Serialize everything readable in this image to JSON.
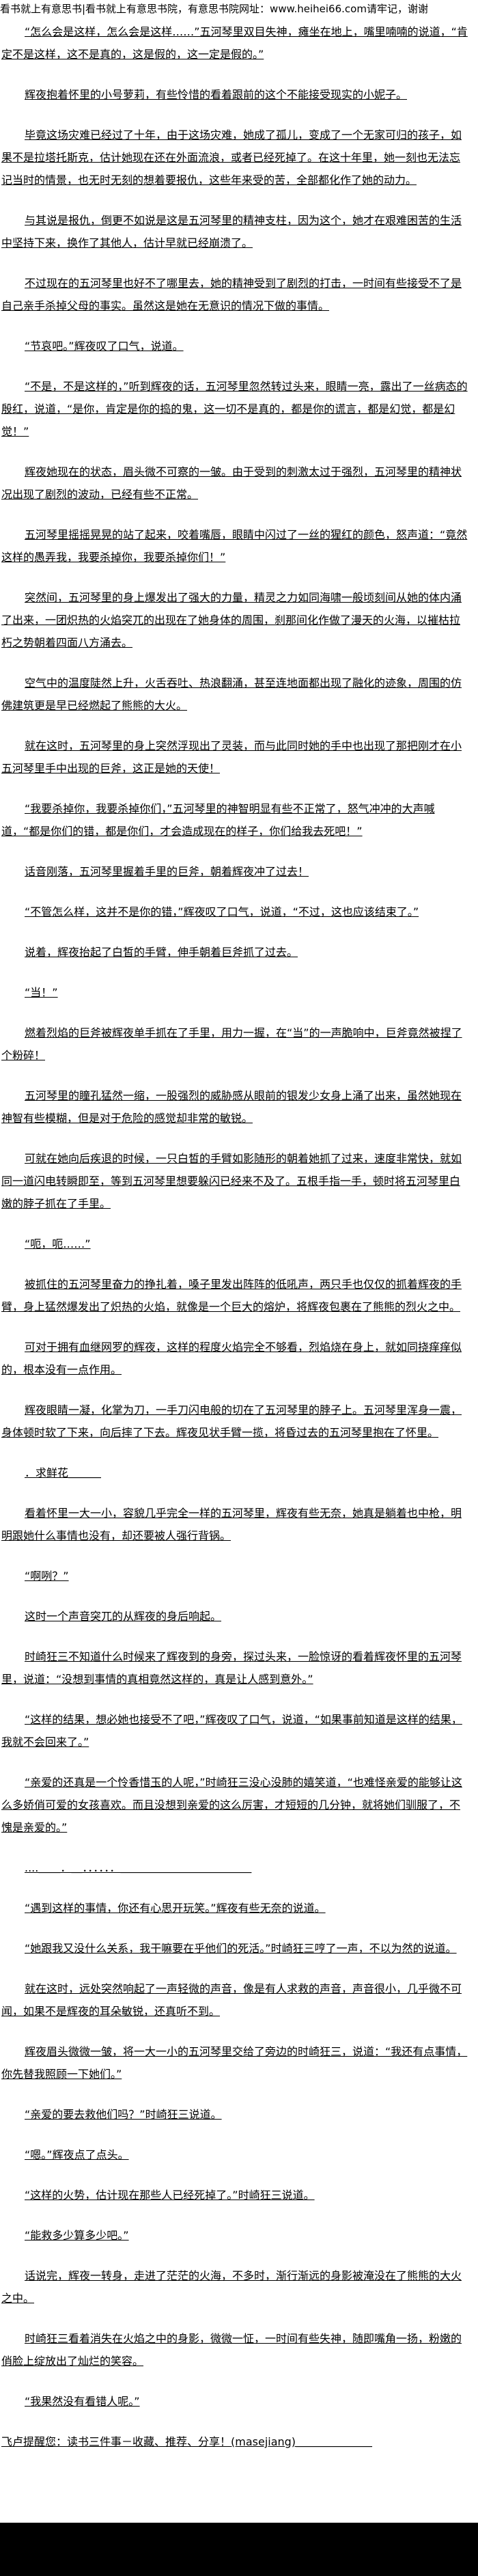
{
  "header": {
    "site_notice": "看书就上有意思书|看书就上有意思书院，有意思书院网址：www.heihei66.com请牢记，谢谢"
  },
  "paragraphs": [
    "“怎么会是这样，怎么会是这样……”五河琴里双目失神，瘫坐在地上，嘴里喃喃的说道，“肯定不是这样，这不是真的，这是假的，这一定是假的。”",
    "辉夜抱着怀里的小号萝莉，有些怜惜的看着跟前的这个不能接受现实的小妮子。",
    "毕竟这场灾难已经过了十年，由于这场灾难，她成了孤儿，变成了一个无家可归的孩子，如果不是拉塔托斯克，估计她现在还在外面流浪，或者已经死掉了。在这十年里，她一刻也无法忘记当时的情景，也无时无刻的想着要报仇，这些年来受的苦，全部都化作了她的动力。",
    "与其说是报仇，倒更不如说是这是五河琴里的精神支柱，因为这个，她才在艰难困苦的生活中坚持下来，换作了其他人，估计早就已经崩溃了。",
    "不过现在的五河琴里也好不了哪里去，她的精神受到了剧烈的打击，一时间有些接受不了是自己亲手杀掉父母的事实。虽然这是她在无意识的情况下做的事情。",
    "“节哀吧。”辉夜叹了口气，说道。",
    "“不是，不是这样的，”听到辉夜的话，五河琴里忽然转过头来，眼睛一亮，露出了一丝病态的殷红，说道，“是你，肯定是你的捣的鬼，这一切不是真的，都是你的谎言，都是幻觉，都是幻觉！”",
    "辉夜她现在的状态，眉头微不可察的一皱。由于受到的刺激太过于强烈，五河琴里的精神状况出现了剧烈的波动，已经有些不正常。",
    "五河琴里摇摇晃晃的站了起来，咬着嘴唇，眼睛中闪过了一丝的猩红的颜色，怒声道：“竟然这样的愚弄我，我要杀掉你，我要杀掉你们！”",
    "突然间，五河琴里的身上爆发出了强大的力量，精灵之力如同海啸一般顷刻间从她的体内涌了出来，一团炽热的火焰突兀的出现在了她身体的周围，刹那间化作做了漫天的火海，以摧枯拉朽之势朝着四面八方涌去。",
    "空气中的温度陡然上升，火舌吞吐、热浪翻涌，甚至连地面都出现了融化的迹象，周围的仿佛建筑更是早已经燃起了熊熊的大火。",
    "就在这时，五河琴里的身上突然浮现出了灵装，而与此同时她的手中也出现了那把刚才在小五河琴里手中出现的巨斧，这正是她的天使！",
    "“我要杀掉你，我要杀掉你们，”五河琴里的神智明显有些不正常了，怒气冲冲的大声喊道，“都是你们的错，都是你们，才会造成现在的样子，你们给我去死吧！”",
    "话音刚落，五河琴里握着手里的巨斧，朝着辉夜冲了过去！",
    "“不管怎么样，这并不是你的错，”辉夜叹了口气，说道，“不过，这也应该结束了。”",
    "说着，辉夜抬起了白皙的手臂，伸手朝着巨斧抓了过去。",
    "“当！”",
    "燃着烈焰的巨斧被辉夜单手抓在了手里，用力一握，在“当”的一声脆响中，巨斧竟然被捏了个粉碎！",
    "五河琴里的瞳孔猛然一缩，一股强烈的威胁感从眼前的银发少女身上涌了出来，虽然她现在神智有些模糊，但是对于危险的感觉却非常的敏锐。",
    "可就在她向后疾退的时候，一只白皙的手臂如影随形的朝着她抓了过来，速度非常快，就如同一道闪电转瞬即至，等到五河琴里想要躲闪已经来不及了。五根手指一手，顿时将五河琴里白嫩的脖子抓在了手里。",
    "“呃，呃……”",
    "被抓住的五河琴里奋力的挣扎着，嗓子里发出阵阵的低吼声，两只手也仅仅的抓着辉夜的手臂，身上猛然爆发出了炽热的火焰，就像是一个巨大的熔炉，将辉夜包裹在了熊熊的烈火之中。",
    "可对于拥有血继网罗的辉夜，这样的程度火焰完全不够看，烈焰烧在身上，就如同挠痒痒似的，根本没有一点作用。",
    "辉夜眼睛一凝，化掌为刀，一手刀闪电般的切在了五河琴里的脖子上。五河琴里浑身一震，身体顿时软了下来，向后摔了下去。辉夜见状手臂一揽，将昏过去的五河琴里抱在了怀里。",
    "．求鲜花＿＿＿",
    "看着怀里一大一小，容貌几乎完全一样的五河琴里，辉夜有些无奈，她真是躺着也中枪，明明跟她什么事情也没有，却还要被人强行背锅。",
    "“啊咧？”",
    "这时一个声音突兀的从辉夜的身后响起。",
    "时崎狂三不知道什么时候来了辉夜到的身旁，探过头来，一脸惊讶的看着辉夜怀里的五河琴里，说道：“没想到事情的真相竟然这样的，真是让人感到意外。”",
    "“这样的结果，想必她也接受不了吧，”辉夜叹了口气，说道，“如果事前知道是这样的结果，我就不会回来了。”",
    "“亲爱的还真是一个怜香惜玉的人呢，”时崎狂三没心没肺的嬉笑道，“也难怪亲爱的能够让这么多娇俏可爱的女孩喜欢。而且没想到亲爱的这么厉害，才短短的几分钟，就将她们驯服了，不愧是亲爱的。”",
    "....＿＿．＿．．．．．．＿＿＿＿＿＿＿＿＿＿＿＿",
    "“遇到这样的事情，你还有心思开玩笑。”辉夜有些无奈的说道。",
    "“她跟我又没什么关系，我干嘛要在乎他们的死活。”时崎狂三哼了一声，不以为然的说道。",
    "就在这时，远处突然响起了一声轻微的声音，像是有人求救的声音，声音很小，几乎微不可闻，如果不是辉夜的耳朵敏锐，还真听不到。",
    "辉夜眉头微微一皱，将一大一小的五河琴里交给了旁边的时崎狂三，说道：“我还有点事情，你先替我照顾一下她们。”",
    "“亲爱的要去救他们吗？”时崎狂三说道。",
    "“嗯。”辉夜点了点头。",
    "“这样的火势，估计现在那些人已经死掉了。”时崎狂三说道。",
    "“能救多少算多少吧。”",
    "话说完，辉夜一转身，走进了茫茫的火海，不多时，渐行渐远的身影被淹没在了熊熊的大火之中。",
    "时崎狂三看着消失在火焰之中的身影，微微一怔，一时间有些失神，随即嘴角一扬，粉嫩的俏脸上绽放出了灿烂的笑容。",
    "“我果然没有看错人呢。”"
  ],
  "footer": {
    "reminder": "飞卢提醒您：读书三件事－收藏、推荐、分享！(masejiang)＿＿＿＿＿＿＿"
  }
}
